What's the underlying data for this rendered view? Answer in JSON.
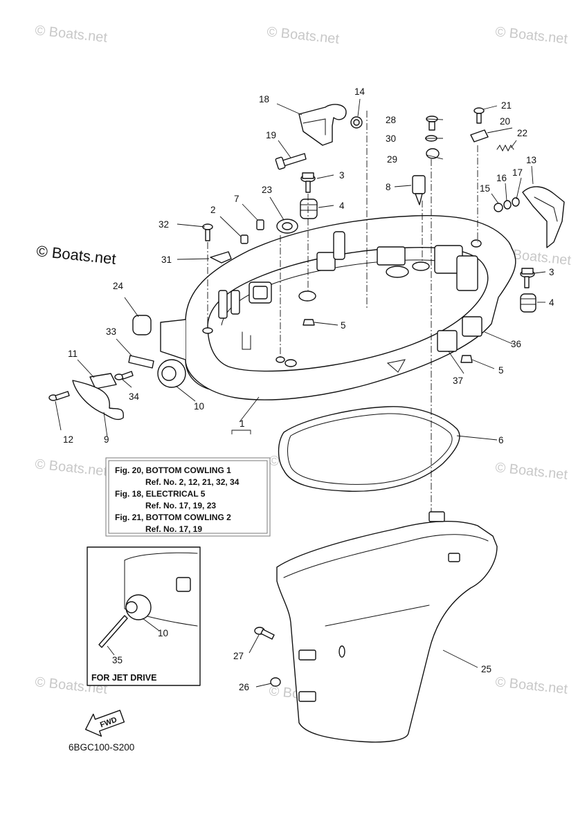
{
  "watermark": {
    "repeat_text": "© Boats.net",
    "primary_text": "© Boats.net"
  },
  "callouts": [
    "1",
    "2",
    "3",
    "3",
    "4",
    "4",
    "5",
    "5",
    "6",
    "7",
    "8",
    "9",
    "10",
    "10",
    "11",
    "12",
    "13",
    "14",
    "15",
    "16",
    "17",
    "18",
    "19",
    "20",
    "21",
    "22",
    "23",
    "24",
    "25",
    "26",
    "27",
    "28",
    "29",
    "30",
    "31",
    "32",
    "33",
    "34",
    "35",
    "36",
    "37"
  ],
  "note_box": {
    "lines": [
      "Fig. 20, BOTTOM COWLING 1",
      "Ref. No. 2, 12, 21, 32, 34",
      "Fig. 18, ELECTRICAL 5",
      "Ref. No. 17, 19, 23",
      "Fig. 21, BOTTOM COWLING 2",
      "Ref. No. 17, 19"
    ]
  },
  "inset": {
    "label": "FOR JET DRIVE"
  },
  "fwd_arrow": {
    "text": "FWD",
    "icon": "fwd-arrow-icon"
  },
  "drawing_number": "6BGC100-S200",
  "colors": {
    "line": "#111111",
    "watermark": "#c8c8c8",
    "background": "#ffffff"
  }
}
